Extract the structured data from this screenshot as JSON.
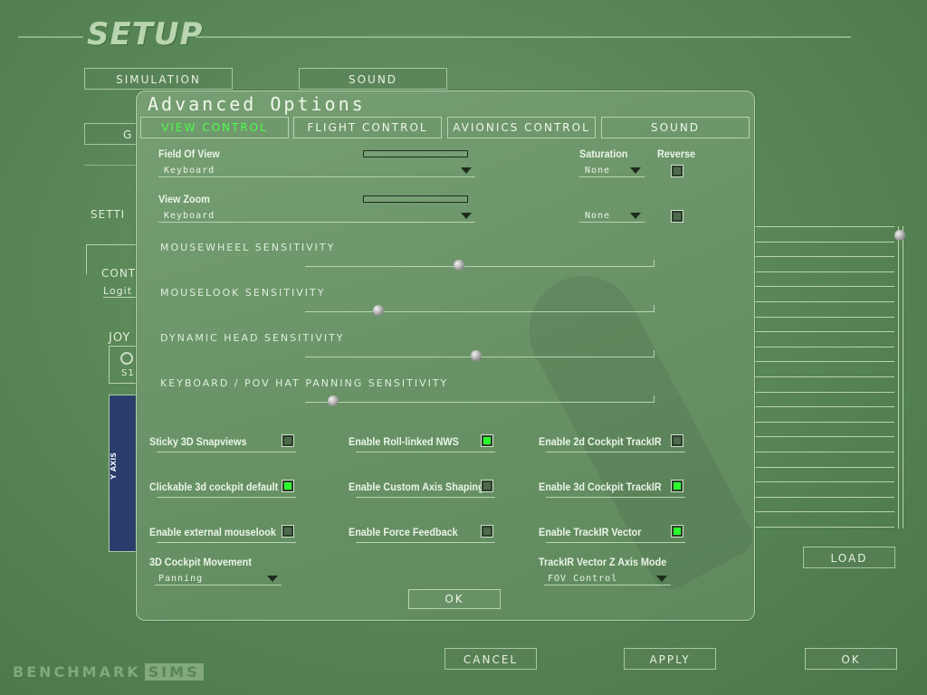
{
  "setup": {
    "title": "SETUP",
    "tabs": [
      "SIMULATION",
      "SOUND"
    ],
    "partial": {
      "g": "G",
      "settings": "SETTI",
      "controller": "CONT",
      "logitech": "Logit",
      "joystick": "JOY",
      "s1": "S1"
    },
    "yaxis": "Y AXIS",
    "load": "LOAD",
    "cancel": "CANCEL",
    "apply": "APPLY",
    "ok": "OK",
    "logo_bench": "BENCHMARK",
    "logo_sims": "SIMS"
  },
  "dialog": {
    "title": "Advanced Options",
    "tabs": [
      "VIEW CONTROL",
      "FLIGHT CONTROL",
      "AVIONICS CONTROL",
      "SOUND"
    ],
    "field_of_view": {
      "label": "Field Of View",
      "select": "Keyboard"
    },
    "view_zoom": {
      "label": "View Zoom",
      "select": "Keyboard"
    },
    "saturation": {
      "label": "Saturation",
      "fov_value": "None",
      "zoom_value": "None"
    },
    "reverse": {
      "label": "Reverse"
    },
    "sliders": [
      {
        "label": "MOUSEWHEEL SENSITIVITY",
        "value": 0.44
      },
      {
        "label": "MOUSELOOK SENSITIVITY",
        "value": 0.21
      },
      {
        "label": "DYNAMIC HEAD SENSITIVITY",
        "value": 0.49
      },
      {
        "label": "KEYBOARD / POV HAT PANNING SENSITIVITY",
        "value": 0.08
      }
    ],
    "options": [
      {
        "label": "Sticky 3D Snapviews",
        "checked": false
      },
      {
        "label": "Enable Roll-linked NWS",
        "checked": true
      },
      {
        "label": "Enable 2d Cockpit TrackIR",
        "checked": false
      },
      {
        "label": "Clickable 3d cockpit default",
        "checked": true
      },
      {
        "label": "Enable Custom Axis Shaping",
        "checked": false
      },
      {
        "label": "Enable 3d Cockpit TrackIR",
        "checked": true
      },
      {
        "label": "Enable external mouselook",
        "checked": false
      },
      {
        "label": "Enable Force Feedback",
        "checked": false
      },
      {
        "label": "Enable TrackIR Vector",
        "checked": true
      }
    ],
    "cockpit_movement": {
      "label": "3D Cockpit Movement",
      "select": "Panning"
    },
    "trackir_z": {
      "label": "TrackIR Vector Z Axis Mode",
      "select": "FOV Control"
    },
    "ok": "OK"
  }
}
